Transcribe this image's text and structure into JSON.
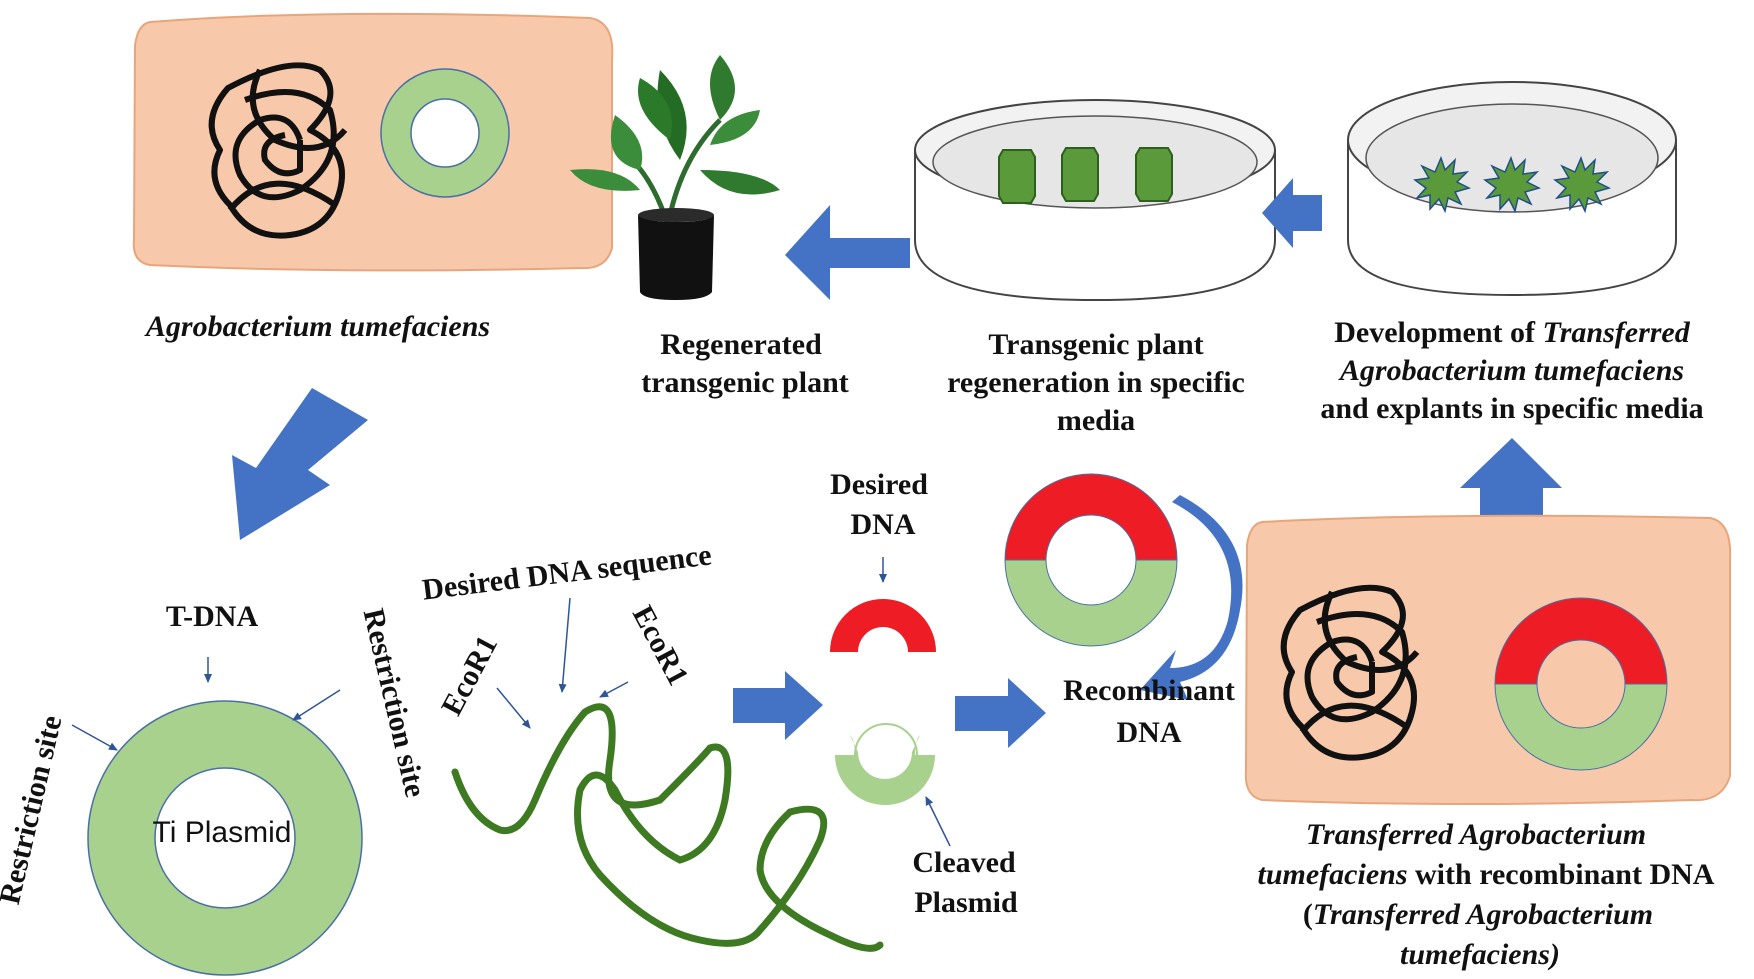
{
  "labels": {
    "agro_top": "Agrobacterium tumefaciens",
    "regen_1": "Regenerated",
    "regen_2": "transgenic plant",
    "tpr_1": "Transgenic plant",
    "tpr_2": "regeneration in specific",
    "tpr_3": "media",
    "dev_1a": "Development of ",
    "dev_1b": "Transferred",
    "dev_2": "Agrobacterium tumefaciens",
    "dev_3": "and explants in specific media",
    "restriction_left": "Restriction site",
    "restriction_right": "Restriction site",
    "tdna": "T-DNA",
    "ti_plasmid": "Ti Plasmid",
    "desired_seq": "Desired DNA sequence",
    "ecor1_left": "EcoR1",
    "ecor1_right": "EcoR1",
    "desired_dna_1": "Desired",
    "desired_dna_2": "DNA",
    "cleaved_1": "Cleaved",
    "cleaved_2": "Plasmid",
    "recomb_1": "Recombinant",
    "recomb_2": "DNA",
    "tr_1": "Transferred Agrobacterium",
    "tr_2a": "tumefaciens",
    "tr_2b": " with recombinant DNA",
    "tr_3a": "(",
    "tr_3b": "Transferred Agrobacterium",
    "tr_4": "tumefaciens)"
  },
  "colors": {
    "cell_fill": "#f7c9aa",
    "plasmid_green": "#a9d18e",
    "insert_red": "#ee1c25",
    "arrow_blue": "#4472c4",
    "dna_strand": "#3d7a22",
    "explant_green": "#5a9a3a"
  }
}
